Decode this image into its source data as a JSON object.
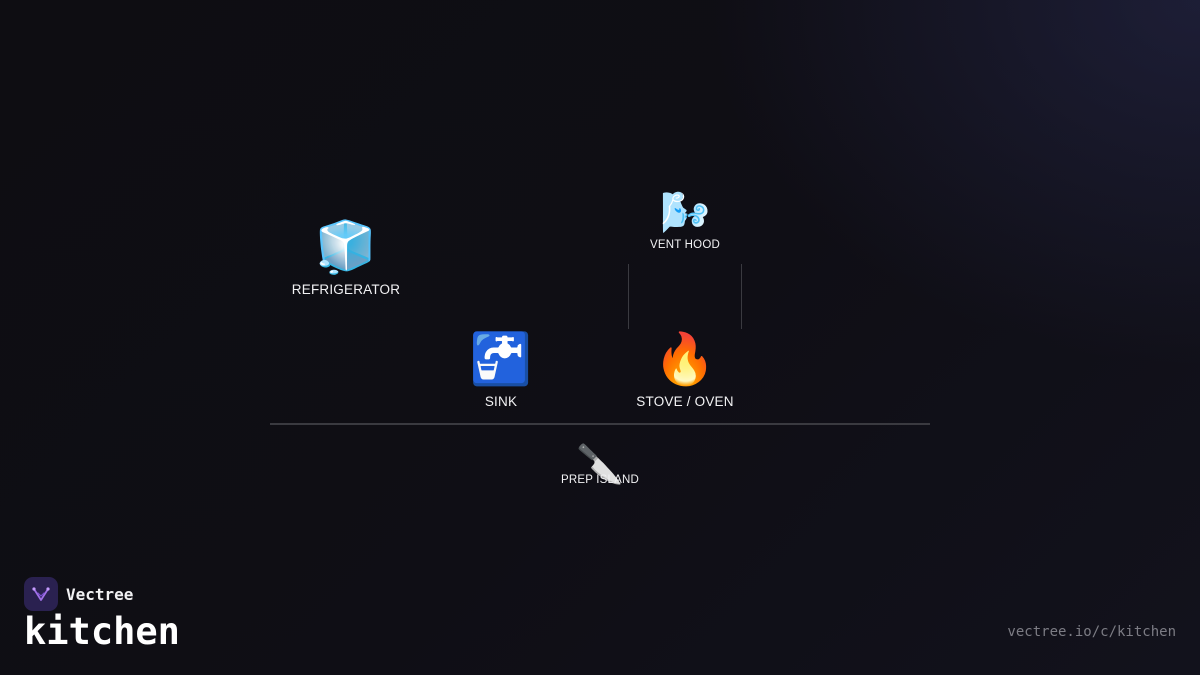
{
  "diagram": {
    "nodes": [
      {
        "id": "refrigerator",
        "label": "REFRIGERATOR",
        "icon": "ice-cube-icon",
        "glyph": "🧊"
      },
      {
        "id": "vent-hood",
        "label": "VENT HOOD",
        "icon": "wind-icon",
        "glyph": "🌬️"
      },
      {
        "id": "sink",
        "label": "SINK",
        "icon": "faucet-icon",
        "glyph": "🚰"
      },
      {
        "id": "stove-oven",
        "label": "STOVE / OVEN",
        "icon": "fire-icon",
        "glyph": "🔥"
      },
      {
        "id": "prep-island",
        "label": "PREP ISLAND",
        "icon": "knife-icon",
        "glyph": "🔪"
      }
    ]
  },
  "footer": {
    "brand_name": "Vectree",
    "title": "kitchen",
    "url": "vectree.io/c/kitchen",
    "accent_color": "#2a2150",
    "logo_color": "#a070e8"
  }
}
